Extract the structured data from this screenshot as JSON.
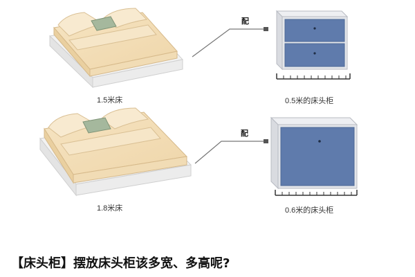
{
  "rows": [
    {
      "bed_label": "1.5米床",
      "pair_label": "配",
      "cabinet_label": "0.5米的床头柜"
    },
    {
      "bed_label": "1.8米床",
      "pair_label": "配",
      "cabinet_label": "0.6米的床头柜"
    }
  ],
  "caption": "【床头柜】摆放床头柜该多宽、多高呢?",
  "colors": {
    "drawer_blue": "#5f7bac",
    "cabinet_side": "#d9dbe0",
    "cabinet_top": "#eeeff2",
    "sheet": "#f3ddb6",
    "pillow_green": "#a5b89d"
  }
}
